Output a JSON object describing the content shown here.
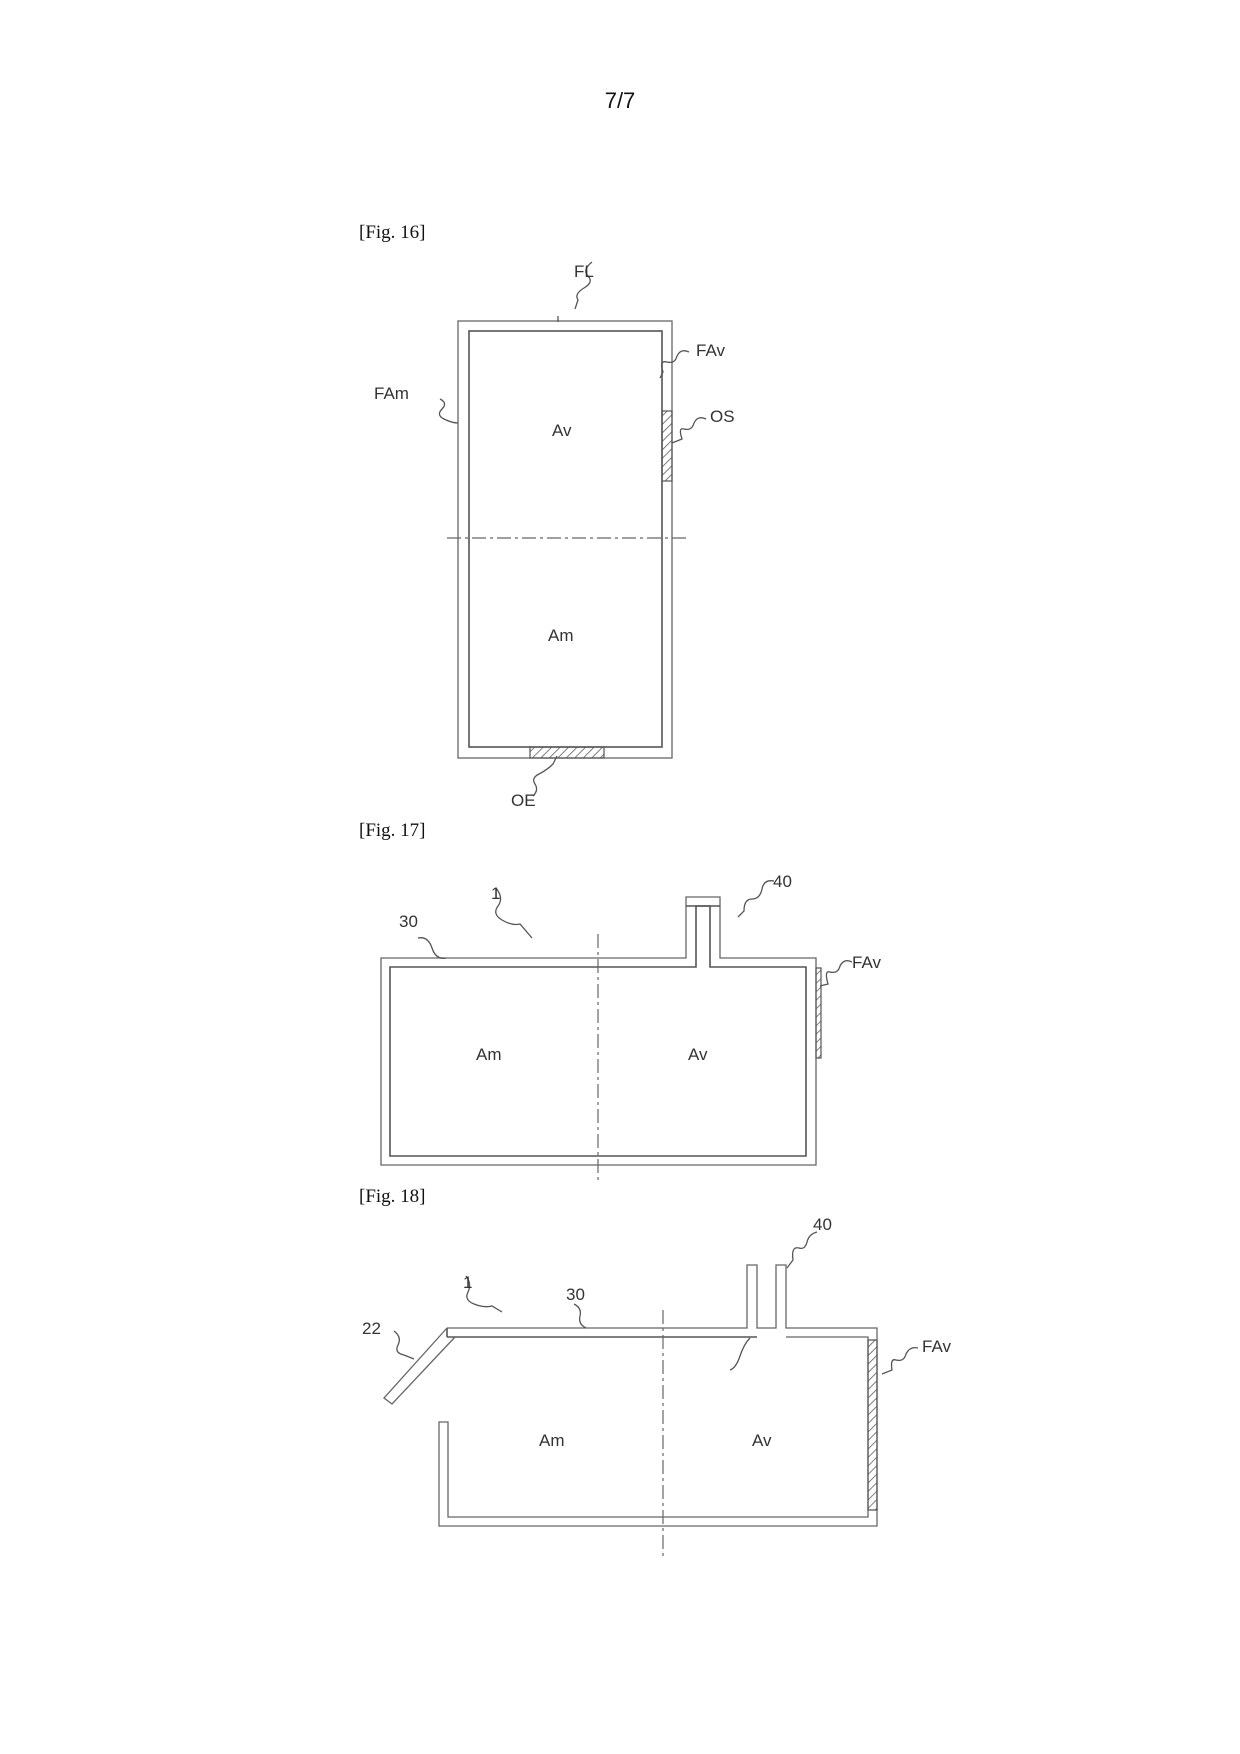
{
  "page": {
    "number": "7/7"
  },
  "figures": [
    {
      "caption": "[Fig. 16]",
      "labels": {
        "top_face": "FL",
        "downstream_face": "FAv",
        "upstream_face": "FAm",
        "outlet": "OS",
        "inlet": "OE",
        "downstream_zone": "Av",
        "upstream_zone": "Am"
      }
    },
    {
      "caption": "[Fig. 17]",
      "labels": {
        "body": "1",
        "wall": "30",
        "outlet_pipe": "40",
        "downstream_face": "FAv",
        "upstream_zone": "Am",
        "downstream_zone": "Av"
      }
    },
    {
      "caption": "[Fig. 18]",
      "labels": {
        "body": "1",
        "wall": "30",
        "outlet_pipe": "40",
        "flap": "22",
        "downstream_face": "FAv",
        "upstream_zone": "Am",
        "downstream_zone": "Av"
      }
    }
  ]
}
